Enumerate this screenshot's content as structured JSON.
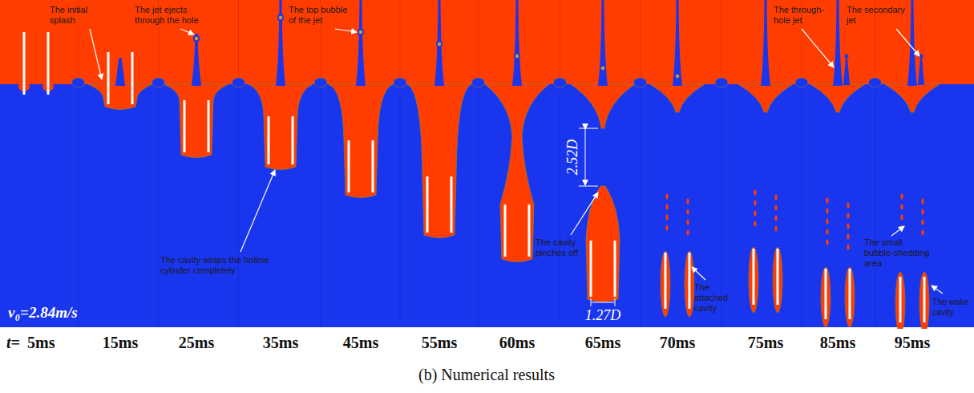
{
  "diagram": {
    "caption": "(b) Numerical results",
    "labels": [
      "The initial splash",
      "The jet ejects through the hole",
      "The top bubble of the jet",
      "The through-hole jet",
      "The secondary jet",
      "2.52D",
      "The cavity wraps the hollow cylinder completely",
      "The cavity pinches off",
      "1.27D",
      "The attached cavity",
      "The small bubble-shedding area",
      "The wake cavity",
      "v₀=2.84m/s",
      "t=",
      "5ms",
      "15ms",
      "25ms",
      "35ms",
      "45ms",
      "55ms",
      "60ms",
      "65ms",
      "70ms",
      "75ms",
      "85ms",
      "95ms"
    ]
  }
}
